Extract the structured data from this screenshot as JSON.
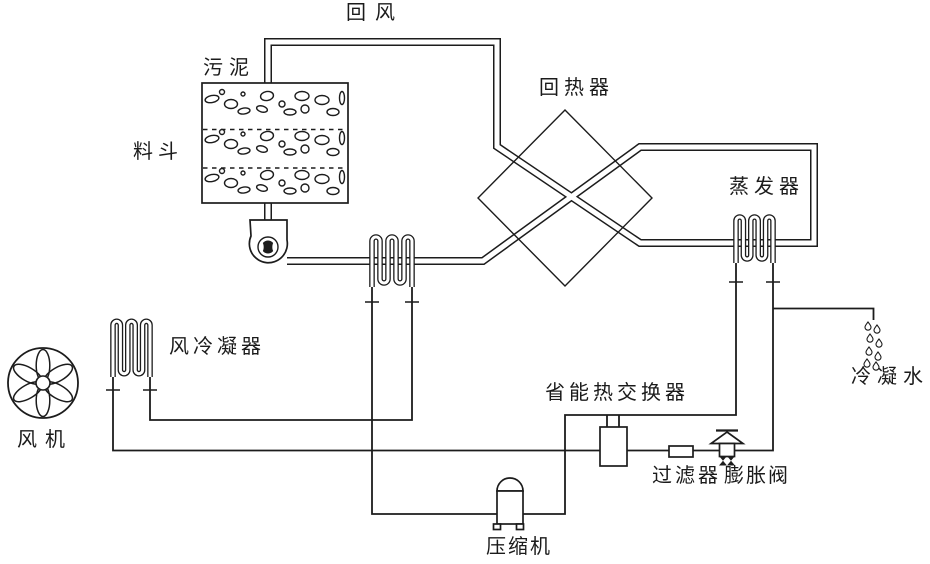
{
  "diagram": {
    "background": "#ffffff",
    "line_color": "#1c1c1c",
    "labels": {
      "return_air": "回风",
      "sludge": "污泥",
      "hopper": "料斗",
      "regenerator": "回热器",
      "evaporator": "蒸发器",
      "air_condenser": "风冷凝器",
      "fan": "风机",
      "energy_saving_heat_exchanger": "省能热交换器",
      "compressor": "压缩机",
      "filter": "过滤器",
      "expansion_valve": "膨胀阀",
      "condensate_water": "冷凝水"
    }
  }
}
